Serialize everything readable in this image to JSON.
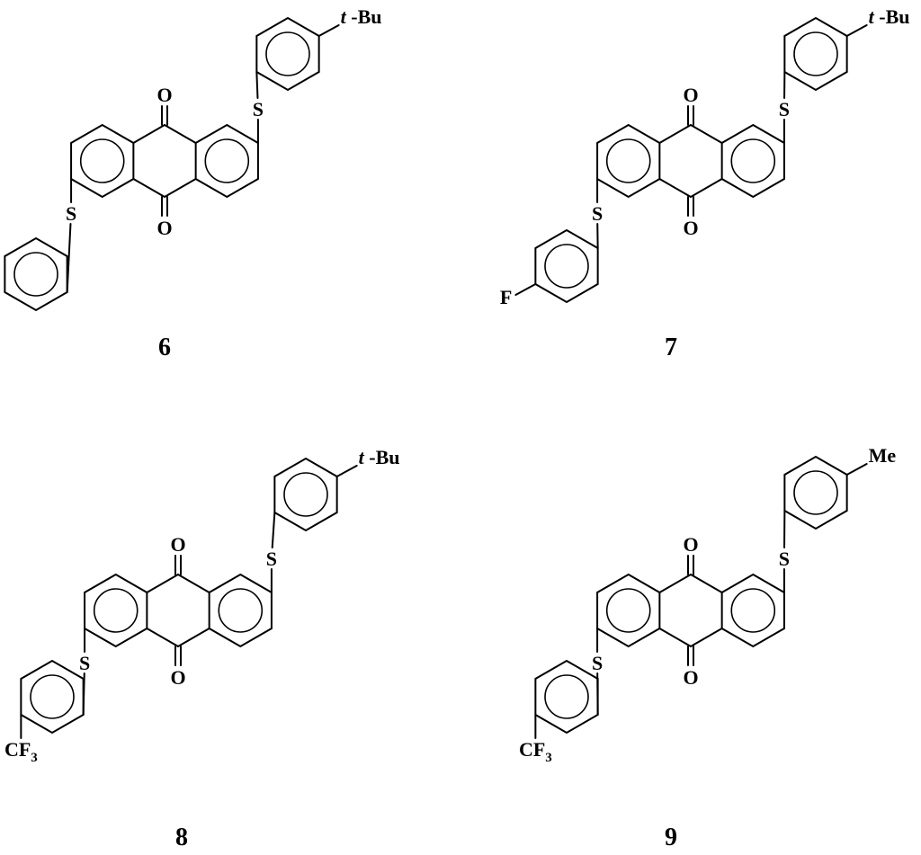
{
  "compounds": [
    {
      "number": "6",
      "carbonyl_label": "O",
      "sulfur_label": "S",
      "top_substituent": {
        "italic": "t",
        "rest": " -Bu"
      },
      "bottom_substituent": null
    },
    {
      "number": "7",
      "carbonyl_label": "O",
      "sulfur_label": "S",
      "top_substituent": {
        "italic": "t",
        "rest": " -Bu"
      },
      "bottom_substituent": {
        "label": "F"
      }
    },
    {
      "number": "8",
      "carbonyl_label": "O",
      "sulfur_label": "S",
      "top_substituent": {
        "italic": "t",
        "rest": " -Bu"
      },
      "bottom_substituent": {
        "label": "CF",
        "subscript": "3"
      }
    },
    {
      "number": "9",
      "carbonyl_label": "O",
      "sulfur_label": "S",
      "top_substituent": {
        "label": "Me"
      },
      "bottom_substituent": {
        "label": "CF",
        "subscript": "3"
      }
    }
  ]
}
